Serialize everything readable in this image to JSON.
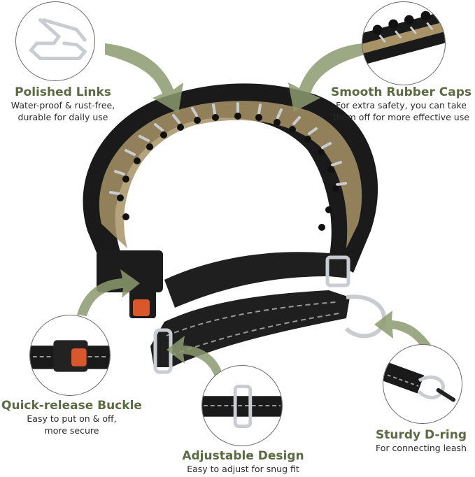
{
  "features": {
    "polished_links": {
      "title": "Polished Links",
      "desc_line1": "Water-proof & rust-free,",
      "desc_line2": "durable for daily use"
    },
    "rubber_caps": {
      "title": "Smooth Rubber Caps",
      "desc_line1": "For extra safety, you can take",
      "desc_line2": "them off for more effective use"
    },
    "buckle": {
      "title": "Quick-release Buckle",
      "desc_line1": "Easy to put on & off,",
      "desc_line2": "more secure"
    },
    "adjustable": {
      "title": "Adjustable Design",
      "desc_line1": "Easy to adjust for snug fit"
    },
    "d_ring": {
      "title": "Sturdy D-ring",
      "desc_line1": "For connecting leash"
    }
  },
  "colors": {
    "title_green": "#5b6a43",
    "arrow_green": "#8c9a6e",
    "strap_black": "#1a1a1a",
    "padding_tan": "#a89366",
    "buckle_orange": "#d9572b",
    "metal": "#c9ccd0"
  }
}
